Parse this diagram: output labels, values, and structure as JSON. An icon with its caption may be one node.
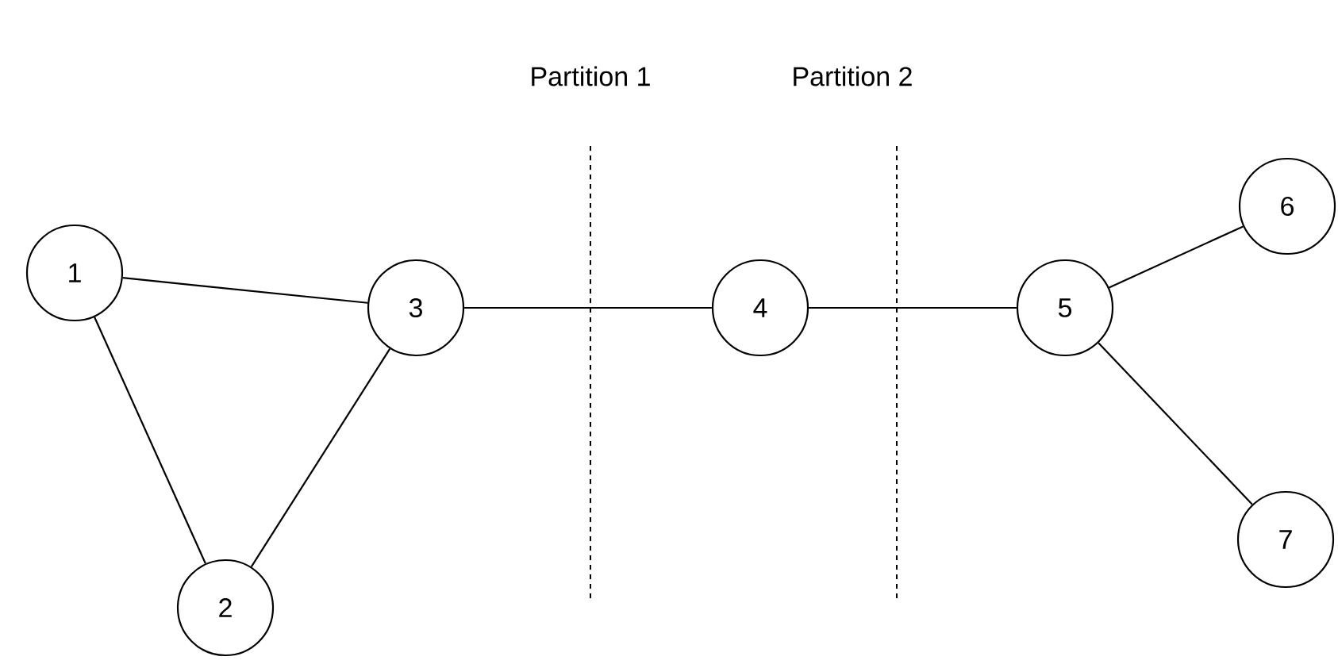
{
  "diagram": {
    "nodes": [
      {
        "text": [
          "1"
        ]
      },
      {
        "text": [
          "2"
        ]
      },
      {
        "text": [
          "3"
        ]
      },
      {
        "text": [
          "4"
        ]
      },
      {
        "text": [
          "5"
        ]
      },
      {
        "text": [
          "6"
        ]
      },
      {
        "text": [
          "7"
        ]
      }
    ],
    "edges": [
      {
        "from": 0,
        "to": 2,
        "arrow": "none"
      },
      {
        "from": 0,
        "to": 1,
        "arrow": "none"
      },
      {
        "from": 1,
        "to": 2,
        "arrow": "none"
      },
      {
        "from": 2,
        "to": 3,
        "arrow": "none"
      },
      {
        "from": 3,
        "to": 4,
        "arrow": "none"
      },
      {
        "from": 4,
        "to": 5,
        "arrow": "none"
      },
      {
        "from": 4,
        "to": 6,
        "arrow": "none"
      }
    ],
    "labels": [
      "Partition 1",
      "Partition 2"
    ]
  }
}
